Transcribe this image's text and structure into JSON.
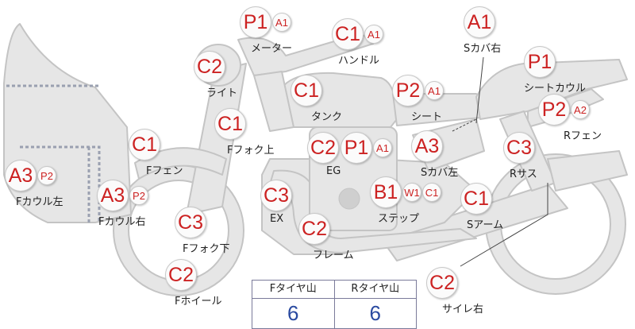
{
  "parts": [
    {
      "id": "meter",
      "codes": [
        "P1",
        "A1"
      ],
      "label": "メーター"
    },
    {
      "id": "handle",
      "codes": [
        "C1",
        "A1"
      ],
      "label": "ハンドル"
    },
    {
      "id": "s-cover-right",
      "codes": [
        "A1"
      ],
      "label": "Sカバ右"
    },
    {
      "id": "light",
      "codes": [
        "C2"
      ],
      "label": "ライト"
    },
    {
      "id": "seat-cowl",
      "codes": [
        "P1"
      ],
      "label": "シートカウル"
    },
    {
      "id": "tank",
      "codes": [
        "C1"
      ],
      "label": "タンク"
    },
    {
      "id": "seat",
      "codes": [
        "P2",
        "A1"
      ],
      "label": "シート"
    },
    {
      "id": "r-fender",
      "codes": [
        "P2",
        "A2"
      ],
      "label": "Rフェン"
    },
    {
      "id": "f-fork-upper",
      "codes": [
        "C1"
      ],
      "label": "Fフォク上"
    },
    {
      "id": "f-fender",
      "codes": [
        "C1"
      ],
      "label": "Fフェン"
    },
    {
      "id": "eg",
      "codes": [
        "C2",
        "P1",
        "A1"
      ],
      "label": "EG"
    },
    {
      "id": "s-cover-left",
      "codes": [
        "A3"
      ],
      "label": "Sカバ左"
    },
    {
      "id": "r-sus",
      "codes": [
        "C3"
      ],
      "label": "Rサス"
    },
    {
      "id": "f-cowl-left",
      "codes": [
        "A3",
        "P2"
      ],
      "label": "Fカウル左"
    },
    {
      "id": "f-cowl-right",
      "codes": [
        "A3",
        "P2"
      ],
      "label": "Fカウル右"
    },
    {
      "id": "ex",
      "codes": [
        "C3"
      ],
      "label": "EX"
    },
    {
      "id": "step",
      "codes": [
        "B1",
        "W1",
        "C1"
      ],
      "label": "ステップ"
    },
    {
      "id": "s-arm",
      "codes": [
        "C1"
      ],
      "label": "Sアーム"
    },
    {
      "id": "f-fork-lower",
      "codes": [
        "C3"
      ],
      "label": "Fフォク下"
    },
    {
      "id": "frame",
      "codes": [
        "C2"
      ],
      "label": "フレーム"
    },
    {
      "id": "f-wheel",
      "codes": [
        "C2"
      ],
      "label": "Fホイール"
    },
    {
      "id": "muffler-right",
      "codes": [
        "C2"
      ],
      "label": "サイレ右"
    }
  ],
  "tire_table": {
    "front_header": "Fタイヤ山",
    "rear_header": "Rタイヤ山",
    "front_value": "6",
    "rear_value": "6"
  }
}
